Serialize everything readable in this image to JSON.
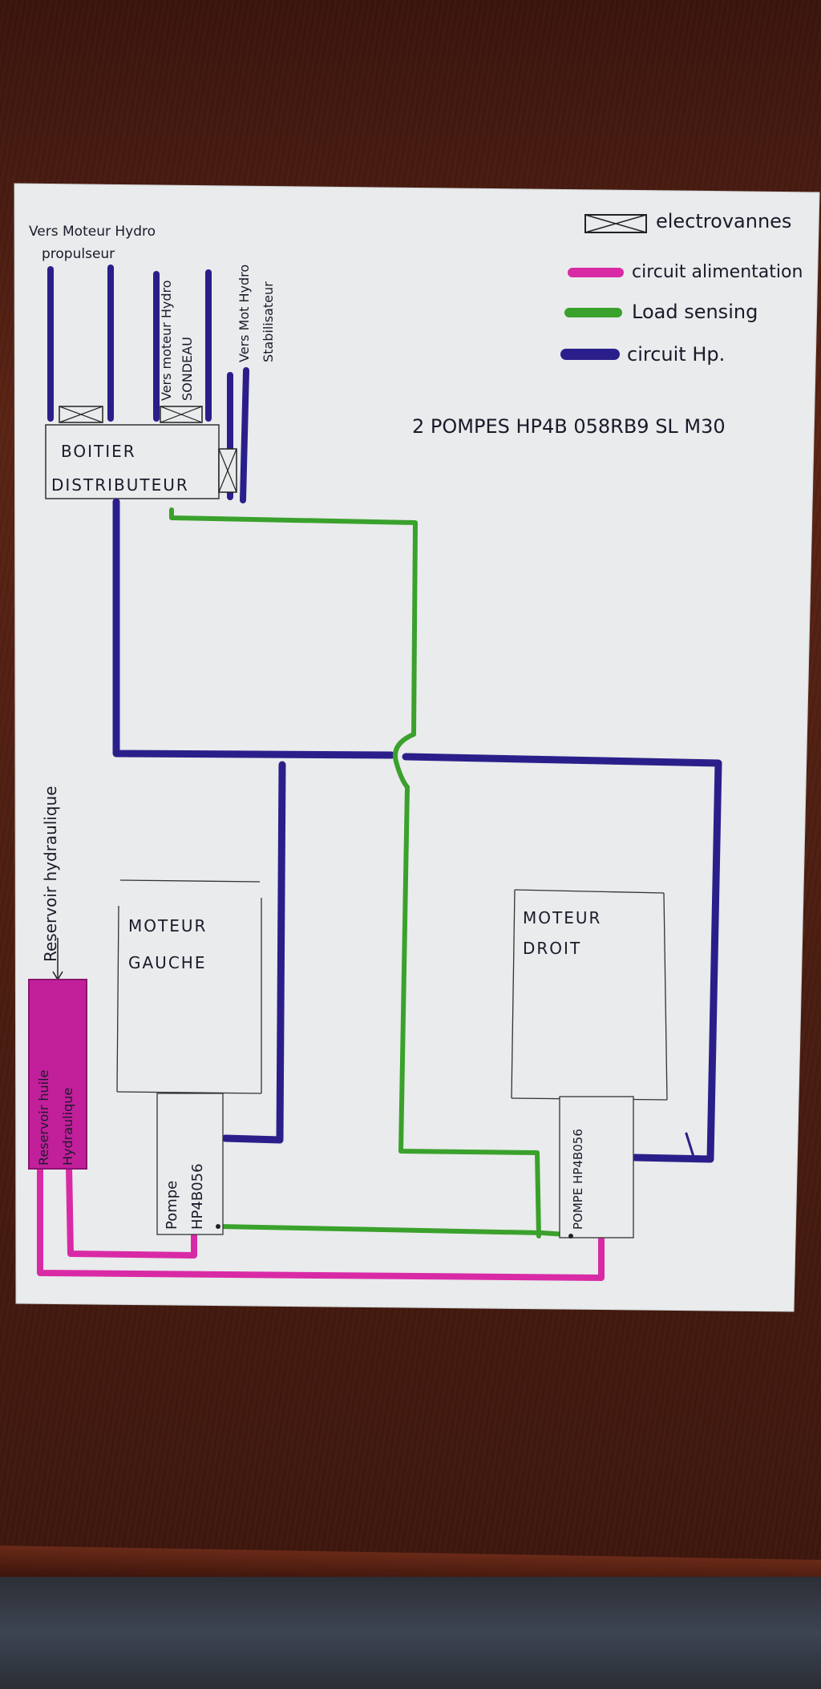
{
  "legend": {
    "valve_label": "electrovannes",
    "supply_label": "circuit alimentation",
    "load_sensing_label": "Load sensing",
    "hp_label": "circuit Hp."
  },
  "pump_note": "2 POMPES HP4B 058RB9 SL M30",
  "outputs": {
    "propulsion": [
      "Vers Moteur Hydro",
      "propulseur"
    ],
    "sounder": [
      "Vers moteur Hydro",
      "SONDEAU"
    ],
    "stabilizer": [
      "Vers Mot Hydro",
      "Stabilisateur"
    ]
  },
  "distributor": {
    "line1": "BOITIER",
    "line2": "DISTRIBUTEUR"
  },
  "engine_left": {
    "line1": "MOTEUR",
    "line2": "GAUCHE"
  },
  "engine_right": {
    "line1": "MOTEUR",
    "line2": "DROIT"
  },
  "pump_left": {
    "line1": "Pompe",
    "line2": "HP4B056"
  },
  "pump_right": {
    "line1": "POMPE HP4B056"
  },
  "reservoir": {
    "label_outside": "Reservoir hydraulique",
    "label_inside": [
      "Reservoir huile",
      "Hydraulique"
    ]
  },
  "colors": {
    "supply": "#d92aa6",
    "load_sensing": "#3aa12c",
    "hp": "#2a1f8a",
    "paper": "#e9ebec"
  }
}
